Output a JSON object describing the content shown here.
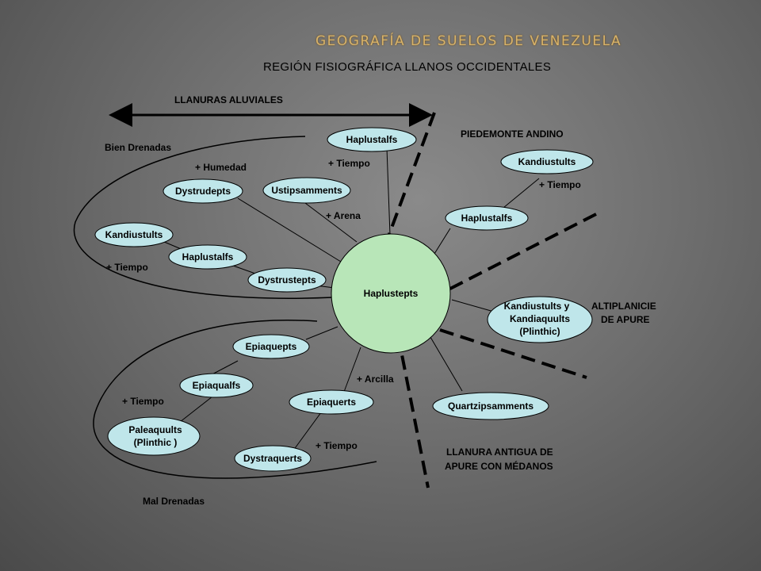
{
  "title": "GEOGRAFÍA DE SUELOS DE VENEZUELA",
  "subtitle": "REGIÓN FISIOGRÁFICA LLANOS OCCIDENTALES",
  "colors": {
    "node_fill": "#bfe6ea",
    "center_fill": "#b8e6b8",
    "title": "#d8b36a"
  },
  "center": {
    "label": "Haplustepts"
  },
  "nodes": {
    "haplustalfs_top": "Haplustalfs",
    "ustipsamments": "Ustipsamments",
    "dystrudepts": "Dystrudepts",
    "kandiustults_left": "Kandiustults",
    "haplustalfs_left": "Haplustalfs",
    "dystrustepts": "Dystrustepts",
    "kandiustults_right": "Kandiustults",
    "haplustalfs_right": "Haplustalfs",
    "kandiustults_kandiaquults": [
      "Kandiustults y",
      "Kandiaquults",
      "(Plinthic)"
    ],
    "quartzipsamments": "Quartzipsamments",
    "epiaquepts": "Epiaquepts",
    "epiaqualfs": "Epiaqualfs",
    "epiaquerts": "Epiaquerts",
    "paleaquults": [
      "Paleaquults",
      "(Plinthic )"
    ],
    "dystraquerts": "Dystraquerts"
  },
  "labels": {
    "llanuras_aluviales": "LLANURAS ALUVIALES",
    "bien_drenadas": "Bien Drenadas",
    "mal_drenadas": "Mal Drenadas",
    "piedemonte_andino": "PIEDEMONTE ANDINO",
    "altiplanicie": [
      "ALTIPLANICIE",
      "DE APURE"
    ],
    "llanura_antigua": [
      "LLANURA ANTIGUA DE",
      "APURE CON MÉDANOS"
    ],
    "mas_humedad": "+ Humedad",
    "mas_tiempo_top": "+ Tiempo",
    "mas_arena": "+ Arena",
    "mas_tiempo_left": "+ Tiempo",
    "mas_tiempo_right": "+ Tiempo",
    "mas_arcilla": "+ Arcilla",
    "mas_tiempo_lower_left": "+ Tiempo",
    "mas_tiempo_bottom": "+ Tiempo"
  }
}
